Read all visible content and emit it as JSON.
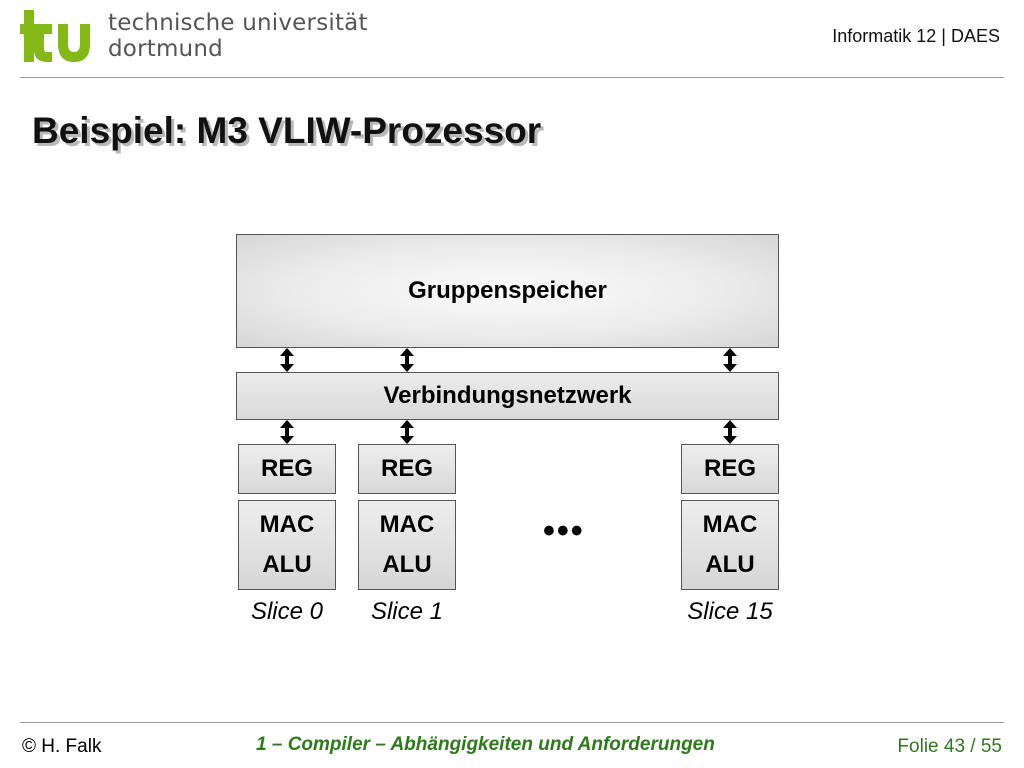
{
  "header": {
    "university_line1": "technische universität",
    "university_line2": "dortmund",
    "department": "Informatik 12 | DAES"
  },
  "title": "Beispiel: M3 VLIW-Prozessor",
  "diagram": {
    "memory_label": "Gruppenspeicher",
    "network_label": "Verbindungsnetzwerk",
    "slices": [
      {
        "reg": "REG",
        "mac": "MAC",
        "alu": "ALU",
        "label": "Slice 0"
      },
      {
        "reg": "REG",
        "mac": "MAC",
        "alu": "ALU",
        "label": "Slice 1"
      },
      {
        "reg": "REG",
        "mac": "MAC",
        "alu": "ALU",
        "label": "Slice 15"
      }
    ],
    "ellipsis": "•••"
  },
  "footer": {
    "author": "© H. Falk",
    "chapter": "1 – Compiler – Abhängigkeiten und Anforderungen",
    "page": "Folie 43 / 55"
  },
  "colors": {
    "logo_green": "#84b819",
    "footer_green": "#2d7a1a"
  }
}
